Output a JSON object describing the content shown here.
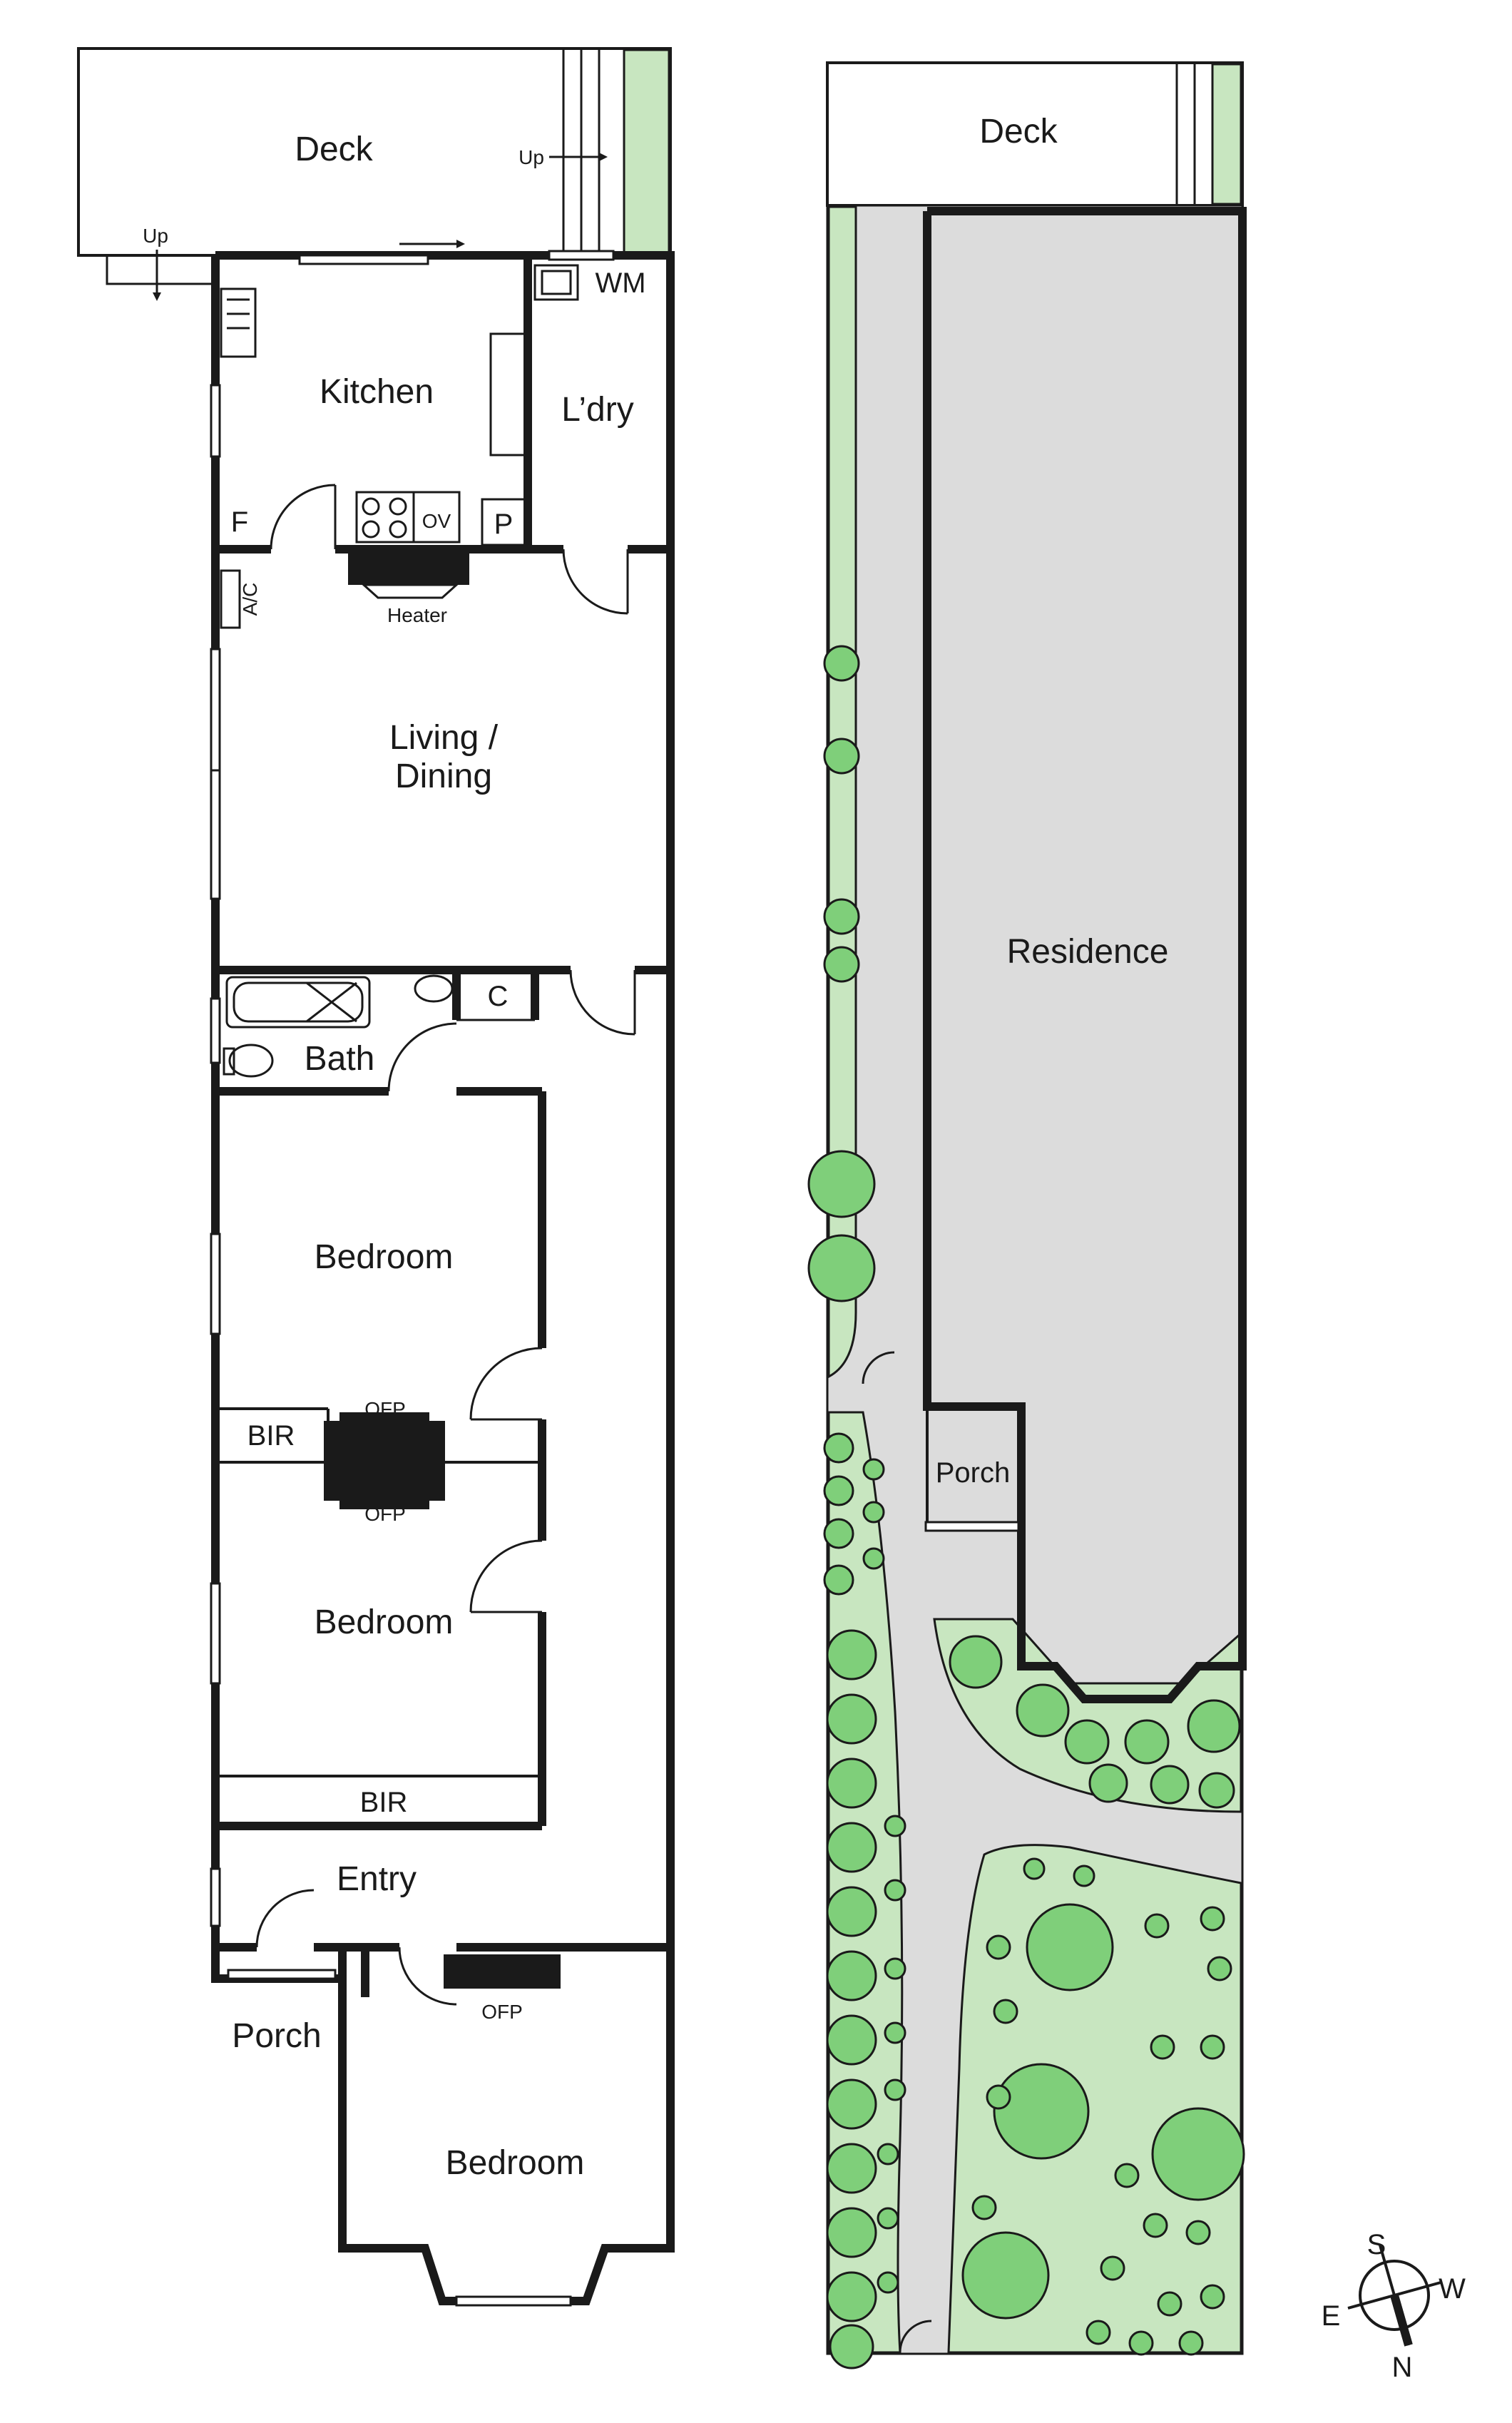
{
  "floorplan": {
    "rooms": {
      "deck": "Deck",
      "up_1": "Up",
      "up_2": "Up",
      "kitchen": "Kitchen",
      "laundry": "L’dry",
      "washing_machine": "WM",
      "fridge": "F",
      "oven": "OV",
      "pantry": "P",
      "air_con": "A/C",
      "heater": "Heater",
      "living_line1": "Living /",
      "living_line2": "Dining",
      "cupboard": "C",
      "bath": "Bath",
      "bedroom_1": "Bedroom",
      "bir_1": "BIR",
      "ofp_1": "OFP",
      "ofp_2": "OFP",
      "bedroom_2": "Bedroom",
      "bir_2": "BIR",
      "entry": "Entry",
      "porch": "Porch",
      "ofp_3": "OFP",
      "bedroom_3": "Bedroom"
    }
  },
  "siteplan": {
    "deck": "Deck",
    "residence": "Residence",
    "porch": "Porch"
  },
  "compass": {
    "s": "S",
    "w": "W",
    "e": "E",
    "n": "N"
  },
  "colors": {
    "wall": "#1a1a1a",
    "grass": "#c8e6c0",
    "path": "#dcdcdc",
    "tree": "#7fcf7a"
  }
}
